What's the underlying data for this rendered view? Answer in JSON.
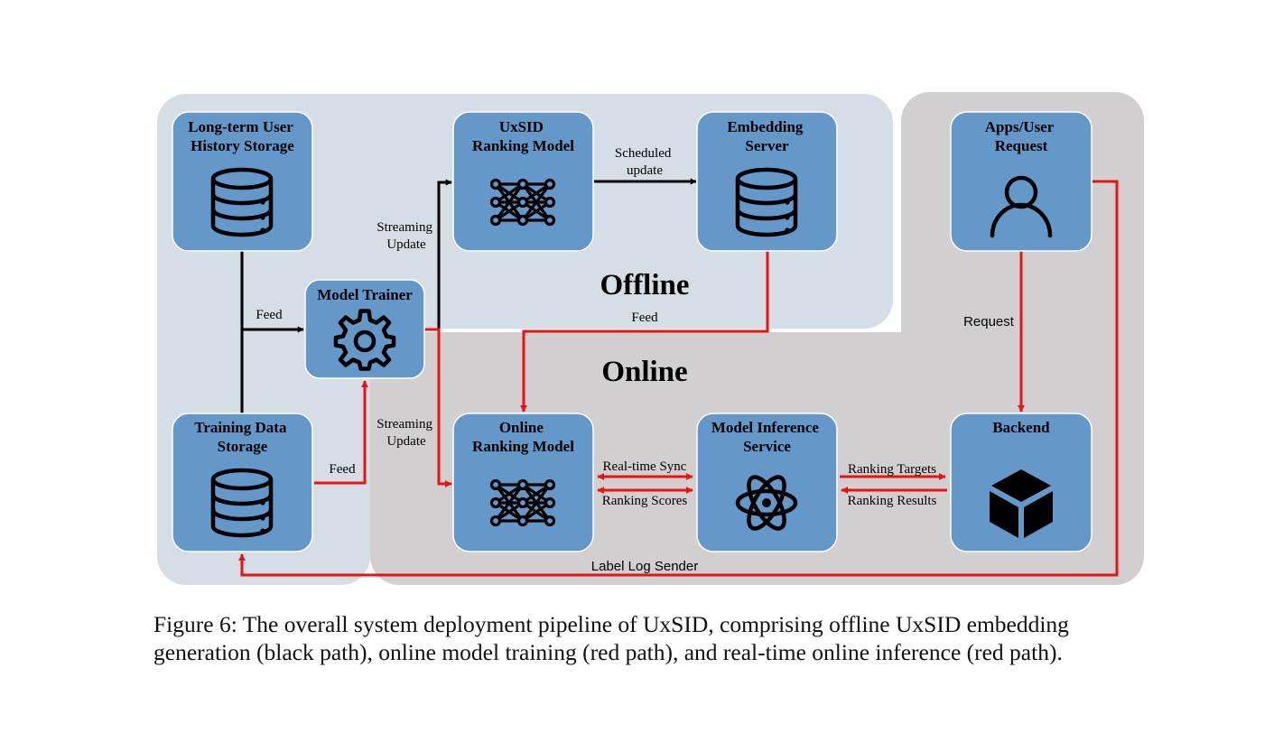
{
  "regions": {
    "offline": "Offline",
    "online": "Online"
  },
  "nodes": {
    "history_storage": [
      "Long-term User",
      "History Storage"
    ],
    "uxsid_model": [
      "UxSID",
      "Ranking Model"
    ],
    "embedding_server": [
      "Embedding",
      "Server"
    ],
    "apps_request": [
      "Apps/User",
      "Request"
    ],
    "model_trainer": [
      "Model Trainer"
    ],
    "training_storage": [
      "Training Data",
      "Storage"
    ],
    "online_model": [
      "Online",
      "Ranking Model"
    ],
    "inference_service": [
      "Model Inference",
      "Service"
    ],
    "backend": [
      "Backend"
    ]
  },
  "edge_labels": {
    "feed_history": "Feed",
    "feed_training": "Feed",
    "feed_embedding": "Feed",
    "streaming_top": [
      "Streaming",
      "Update"
    ],
    "streaming_bottom": [
      "Streaming",
      "Update"
    ],
    "scheduled": [
      "Scheduled",
      "update"
    ],
    "request": "Request",
    "realtime_sync": "Real-time Sync",
    "ranking_scores": "Ranking Scores",
    "ranking_targets": "Ranking Targets",
    "ranking_results": "Ranking Results",
    "label_log": "Label Log Sender"
  },
  "icons": {
    "history_storage": "database-icon",
    "uxsid_model": "neural-network-icon",
    "embedding_server": "database-icon",
    "apps_request": "user-icon",
    "model_trainer": "gear-icon",
    "training_storage": "database-icon",
    "online_model": "neural-network-icon",
    "inference_service": "atom-icon",
    "backend": "cube-icon"
  },
  "colors": {
    "offline_region": "#d5dde5",
    "online_region": "#d1cfcf",
    "node_fill": "#6398c8",
    "black_path": "#000000",
    "red_path": "#ee1111"
  },
  "caption": [
    "Figure 6: The overall system deployment pipeline of UxSID, comprising offline UxSID embedding",
    "generation (black path), online model training (red path), and real-time online inference (red path)."
  ]
}
